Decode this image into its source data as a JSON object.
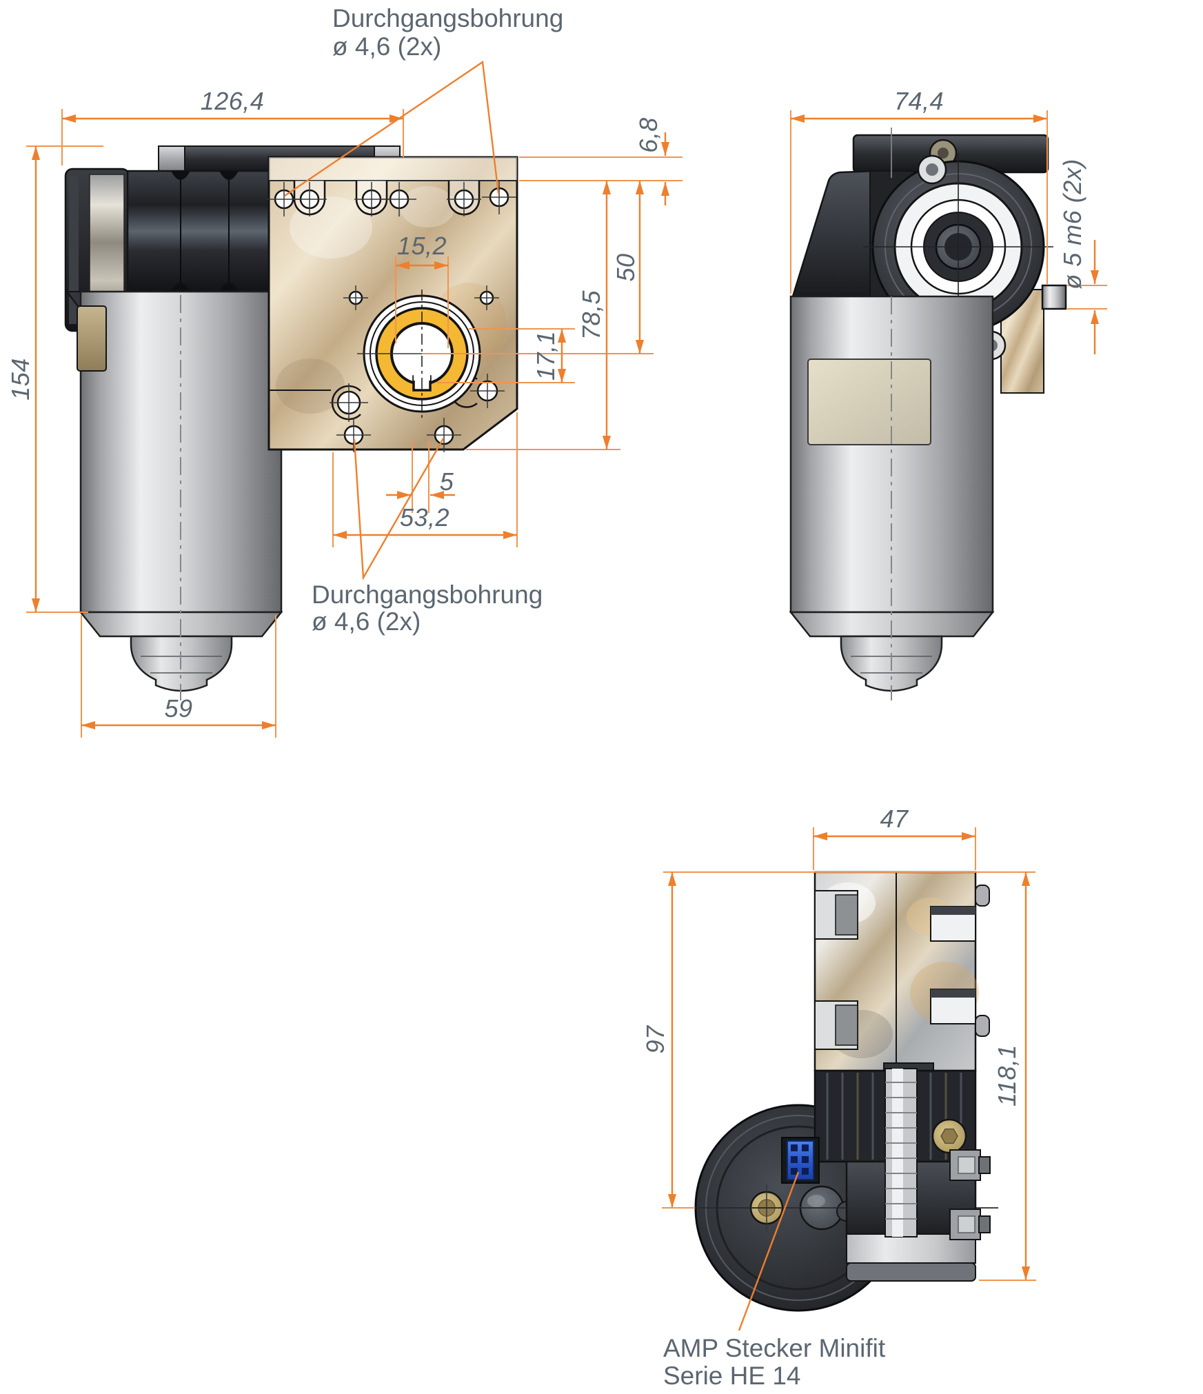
{
  "front_view": {
    "dims": {
      "total_width": "126,4",
      "total_height": "154",
      "plate_top_offset": "6,8",
      "plate_height": "78,5",
      "shaft_center_depth": "50",
      "keyway_width": "15,2",
      "keyway_depth": "17,1",
      "hole_offset": "5",
      "hole_span": "53,2",
      "motor_diameter": "59"
    },
    "labels": {
      "through_hole_top_1": "Durchgangsbohrung",
      "through_hole_top_2": "ø 4,6 (2x)",
      "through_hole_bottom_1": "Durchgangsbohrung",
      "through_hole_bottom_2": "ø 4,6 (2x)"
    }
  },
  "side_view": {
    "dims": {
      "total_width": "74,4",
      "dowel_pin": "ø 5 m6 (2x)"
    }
  },
  "bottom_view": {
    "dims": {
      "gearbox_width": "47",
      "motor_axis_height": "97",
      "total_height": "118,1"
    },
    "labels": {
      "connector_1": "AMP Stecker Minifit",
      "connector_2": "Serie HE 14"
    }
  },
  "colors": {
    "dimension_line": "#ee7f2d",
    "dimension_text": "#5b6670",
    "bore_ring_gold": "#f5b833",
    "connector_blue": "#2e63d8"
  }
}
